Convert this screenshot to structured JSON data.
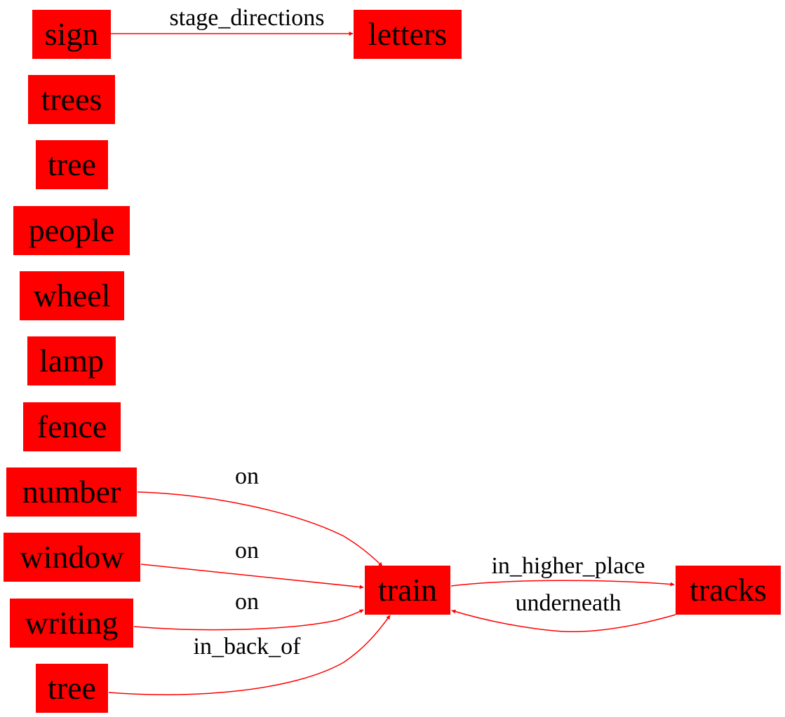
{
  "nodes": {
    "sign": "sign",
    "letters": "letters",
    "trees": "trees",
    "tree_top": "tree",
    "people": "people",
    "wheel": "wheel",
    "lamp": "lamp",
    "fence": "fence",
    "number": "number",
    "window": "window",
    "writing": "writing",
    "tree_bottom": "tree",
    "train": "train",
    "tracks": "tracks"
  },
  "edges": {
    "sign_letters": "stage_directions",
    "number_train": "on",
    "window_train": "on",
    "writing_train": "on",
    "tree_train": "in_back_of",
    "train_tracks": "in_higher_place",
    "tracks_train": "underneath"
  },
  "colors": {
    "node_fill": "#ff0000",
    "edge_stroke": "#ff0000",
    "text": "#000000"
  }
}
